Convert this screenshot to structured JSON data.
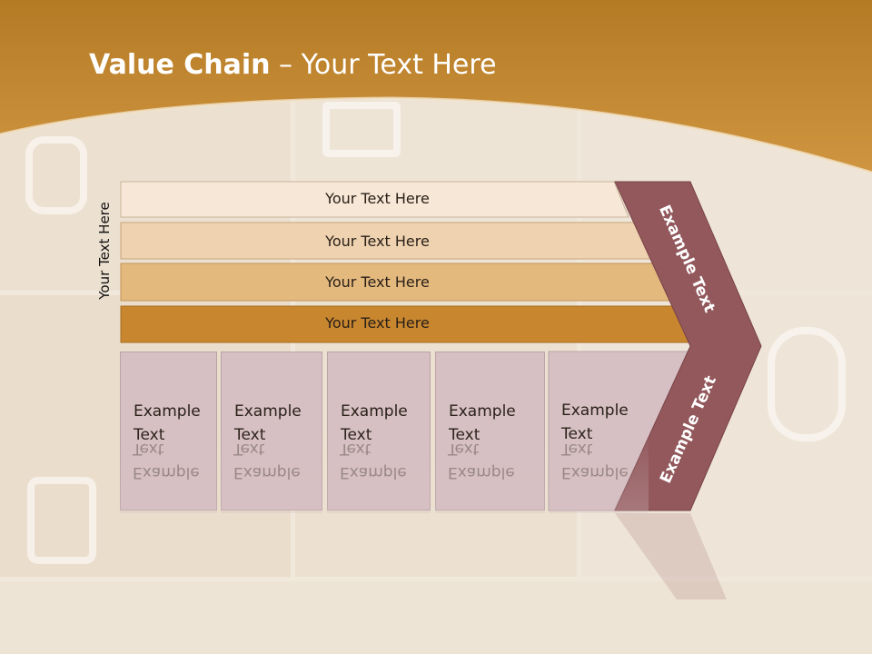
{
  "slide": {
    "title_bold": "Value Chain",
    "title_rest": " – Your Text Here",
    "side_label": "Your Text Here"
  },
  "bars": [
    {
      "label": "Your Text Here",
      "color": "#f6e7d6"
    },
    {
      "label": "Your Text Here",
      "color": "#efd3b0"
    },
    {
      "label": "Your Text Here",
      "color": "#e4b97e"
    },
    {
      "label": "Your Text Here",
      "color": "#c8862f"
    }
  ],
  "boxes": [
    {
      "label": "Example\nText"
    },
    {
      "label": "Example\nText"
    },
    {
      "label": "Example\nText"
    },
    {
      "label": "Example\nText"
    },
    {
      "label": "Example\nText"
    }
  ],
  "chevron": {
    "upper_label": "Example Text",
    "lower_label": "Example Text",
    "color": "#92585c"
  },
  "colors": {
    "header": "#c48a2c",
    "box_fill": "#d6c0c3"
  }
}
